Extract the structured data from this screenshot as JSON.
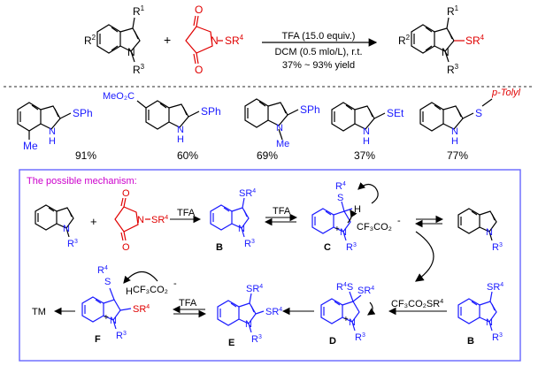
{
  "reaction": {
    "r1": "R",
    "r1_sup": "1",
    "r2": "R",
    "r2_sup": "2",
    "n": "N",
    "r3": "R",
    "r3_sup": "3",
    "plus": "+",
    "reagent_n": "N",
    "reagent_sr": "SR",
    "reagent_sup": "4",
    "o": "O",
    "cond1": "TFA (15.0 equiv.)",
    "cond2": "DCM (0.5 mlo/L), r.t.",
    "cond3": "37% ~ 93% yield",
    "prod_sr": "SR",
    "prod_sup": "4"
  },
  "examples": [
    {
      "sub": "SPh",
      "extra": "Me",
      "nh": "N",
      "h": "H",
      "yield": "91%"
    },
    {
      "sub": "SPh",
      "extra": "MeO₂C",
      "nh": "N",
      "h": "H",
      "yield": "60%"
    },
    {
      "sub": "SPh",
      "extra": "Me",
      "nh": "N",
      "h": "",
      "yield": "69%"
    },
    {
      "sub": "SEt",
      "extra": "",
      "nh": "N",
      "h": "H",
      "yield": "37%"
    },
    {
      "sub": "S",
      "extra": "p-Tolyl",
      "nh": "N",
      "h": "H",
      "yield": "77%"
    }
  ],
  "mechanism": {
    "title": "The possible mechanism:",
    "tfa": "TFA",
    "labels": {
      "B": "B",
      "C": "C",
      "D": "D",
      "E": "E",
      "F": "F"
    },
    "cf3co2": "CF₃CO₂",
    "cf3co2sr": "CF₃CO₂SR",
    "tm": "TM",
    "minus": "-",
    "plus_charge": "+",
    "h": "H",
    "s": "S",
    "sr": "SR",
    "r": "R",
    "n": "N",
    "sup3": "3",
    "sup4": "4"
  },
  "colors": {
    "blue": "#1a1aff",
    "red": "#e00000",
    "frame": "#6666ff",
    "title": "#cc00cc"
  }
}
